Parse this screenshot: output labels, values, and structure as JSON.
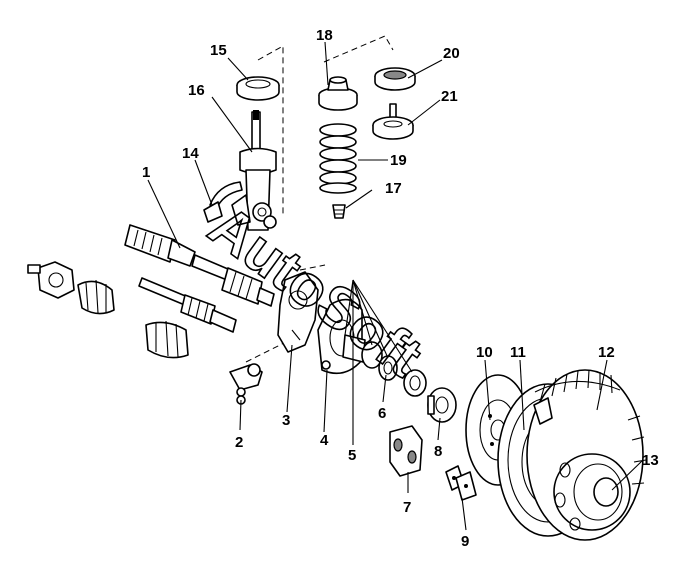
{
  "watermark": "AutoSoft",
  "callouts": [
    "1",
    "2",
    "3",
    "4",
    "5",
    "6",
    "7",
    "8",
    "9",
    "10",
    "11",
    "12",
    "13",
    "14",
    "15",
    "16",
    "17",
    "18",
    "19",
    "20",
    "21"
  ],
  "parts": {
    "p1": "drive-shaft",
    "p2": "ball-joint",
    "p3": "steering-knuckle",
    "p4": "dust-shield",
    "p5": "bearing-set",
    "p6": "inner-bearing",
    "p7": "brake-caliper",
    "p8": "wheel-hub",
    "p9": "brake-pads",
    "p10": "brake-disc",
    "p11": "brake-drum",
    "p12": "tyre",
    "p13": "wheel-rim",
    "p14": "brake-hose-bracket",
    "p15": "strut-mount-seat",
    "p16": "shock-absorber",
    "p17": "bump-stop",
    "p18": "spring-upper-seat",
    "p19": "coil-spring",
    "p20": "strut-top-mount",
    "p21": "strut-bearing"
  }
}
